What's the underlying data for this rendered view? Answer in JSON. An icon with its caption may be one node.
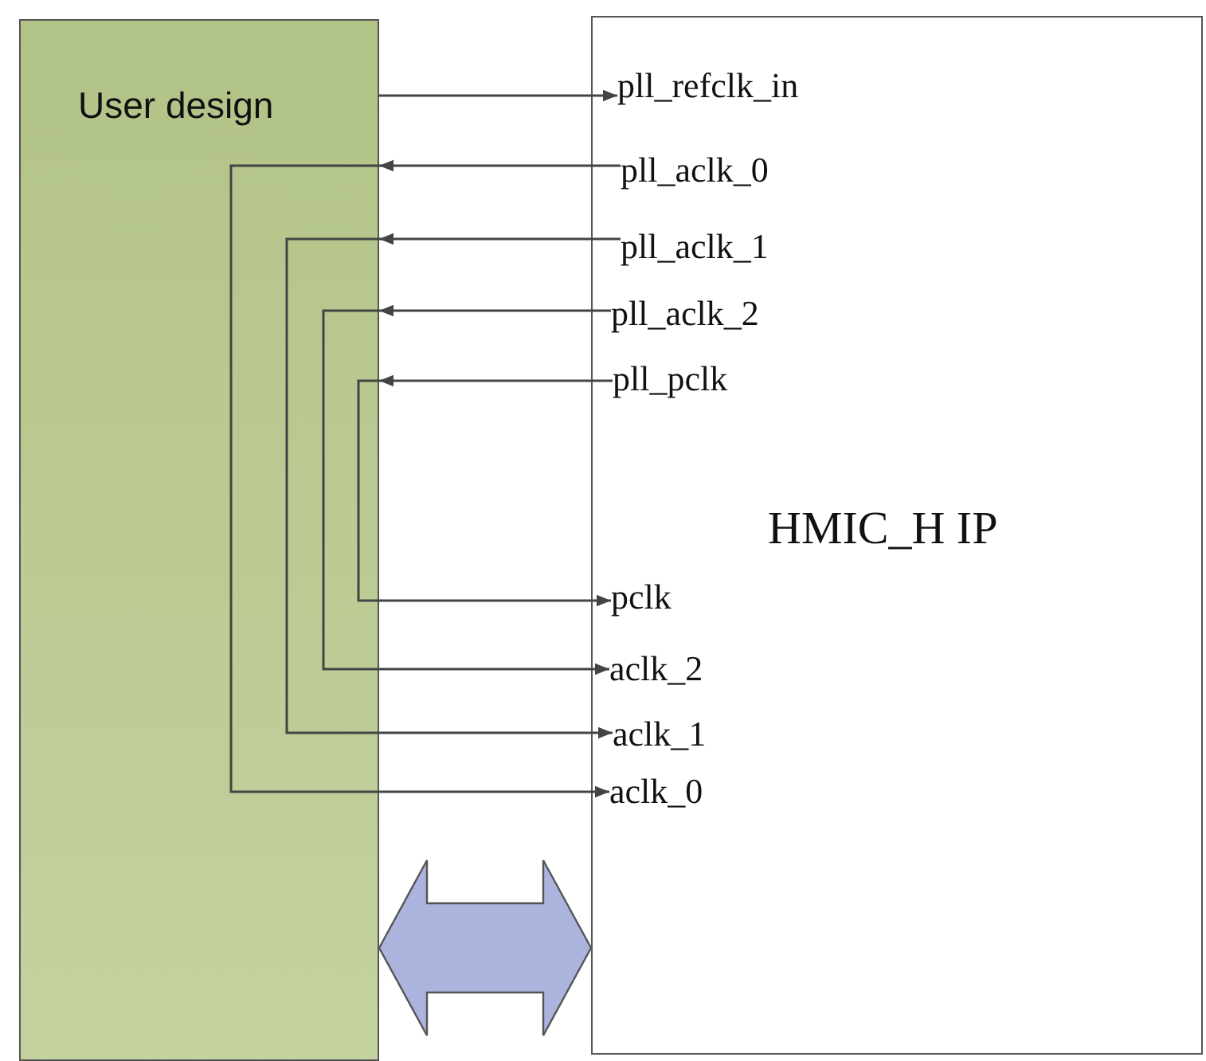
{
  "diagram": {
    "nodes": [
      {
        "text": [
          "User design"
        ]
      },
      {
        "text": [
          "HMIC_H IP"
        ]
      },
      {
        "text": [
          "pll_refclk_in"
        ],
        "in": 1
      },
      {
        "text": [
          "pll_aclk_0"
        ],
        "in": 1
      },
      {
        "text": [
          "pll_aclk_1"
        ],
        "in": 1
      },
      {
        "text": [
          "pll_aclk_2"
        ],
        "in": 1
      },
      {
        "text": [
          "pll_pclk"
        ],
        "in": 1
      },
      {
        "text": [
          "pclk"
        ],
        "in": 1
      },
      {
        "text": [
          "aclk_2"
        ],
        "in": 1
      },
      {
        "text": [
          "aclk_1"
        ],
        "in": 1
      },
      {
        "text": [
          "aclk_0"
        ],
        "in": 1
      }
    ],
    "edges": [
      {
        "from": 0,
        "to": 2,
        "arrow": "to"
      },
      {
        "from": 3,
        "to": 0,
        "arrow": "to"
      },
      {
        "from": 4,
        "to": 0,
        "arrow": "to"
      },
      {
        "from": 5,
        "to": 0,
        "arrow": "to"
      },
      {
        "from": 6,
        "to": 0,
        "arrow": "to"
      },
      {
        "from": 0,
        "to": 7,
        "arrow": "to"
      },
      {
        "from": 0,
        "to": 8,
        "arrow": "to"
      },
      {
        "from": 0,
        "to": 9,
        "arrow": "to"
      },
      {
        "from": 0,
        "to": 10,
        "arrow": "to"
      },
      {
        "from": 0,
        "to": 1,
        "arrow": "both",
        "style": "thick",
        "color": "#aab4dc"
      }
    ]
  }
}
